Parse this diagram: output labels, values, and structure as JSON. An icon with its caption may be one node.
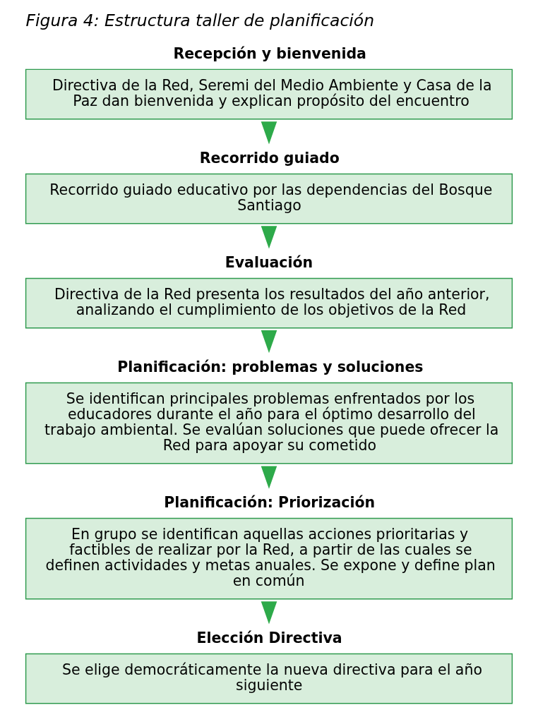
{
  "diagram": {
    "title": "Figura 4: Estructura taller de planificación",
    "nodes": [
      {
        "text": [
          "Recepción y bienvenida",
          "Directiva de la Red, Seremi del Medio Ambiente y Casa de la Paz dan bienvenida y explican propósito del encuentro"
        ]
      },
      {
        "text": [
          "Recorrido guiado",
          "Recorrido guiado educativo por las dependencias del Bosque Santiago"
        ]
      },
      {
        "text": [
          "Evaluación",
          "Directiva de la Red presenta los resultados del año anterior, analizando el cumplimiento de los objetivos de la Red"
        ]
      },
      {
        "text": [
          "Planificación: problemas y soluciones",
          "Se identifican principales problemas enfrentados por los educadores durante el año para el óptimo desarrollo del trabajo ambiental. Se evalúan soluciones que puede ofrecer la Red para apoyar su cometido"
        ]
      },
      {
        "text": [
          "Planificación: Priorización",
          "En grupo se identifican aquellas acciones prioritarias y factibles de realizar por la Red, a partir de las cuales se definen actividades y metas anuales. Se expone y define plan en común"
        ]
      },
      {
        "text": [
          "Elección Directiva",
          "Se elige democráticamente la nueva directiva para el año siguiente"
        ]
      }
    ],
    "edges": [
      {
        "from": 0,
        "to": 1,
        "arrow": "to"
      },
      {
        "from": 1,
        "to": 2,
        "arrow": "to"
      },
      {
        "from": 2,
        "to": 3,
        "arrow": "to"
      },
      {
        "from": 3,
        "to": 4,
        "arrow": "to"
      },
      {
        "from": 4,
        "to": 5,
        "arrow": "to"
      }
    ]
  }
}
